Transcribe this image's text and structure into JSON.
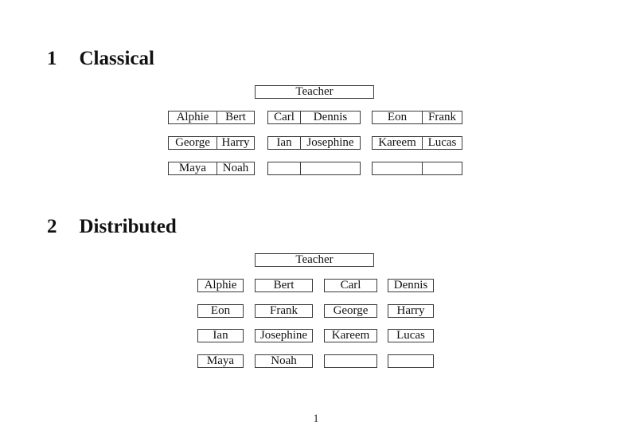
{
  "page": {
    "number": "1"
  },
  "sections": [
    {
      "heading_number": "1",
      "heading_title": "Classical",
      "teacher_label": "Teacher",
      "rows": [
        [
          [
            "Alphie",
            "Bert"
          ],
          [
            "Carl",
            "Dennis"
          ],
          [
            "Eon",
            "Frank"
          ]
        ],
        [
          [
            "George",
            "Harry"
          ],
          [
            "Ian",
            "Josephine"
          ],
          [
            "Kareem",
            "Lucas"
          ]
        ],
        [
          [
            "Maya",
            "Noah"
          ],
          [
            "",
            ""
          ],
          [
            "",
            ""
          ]
        ]
      ]
    },
    {
      "heading_number": "2",
      "heading_title": "Distributed",
      "teacher_label": "Teacher",
      "rows": [
        [
          "Alphie",
          "Bert",
          "Carl",
          "Dennis"
        ],
        [
          "Eon",
          "Frank",
          "George",
          "Harry"
        ],
        [
          "Ian",
          "Josephine",
          "Kareem",
          "Lucas"
        ],
        [
          "Maya",
          "Noah",
          "",
          ""
        ]
      ]
    }
  ]
}
